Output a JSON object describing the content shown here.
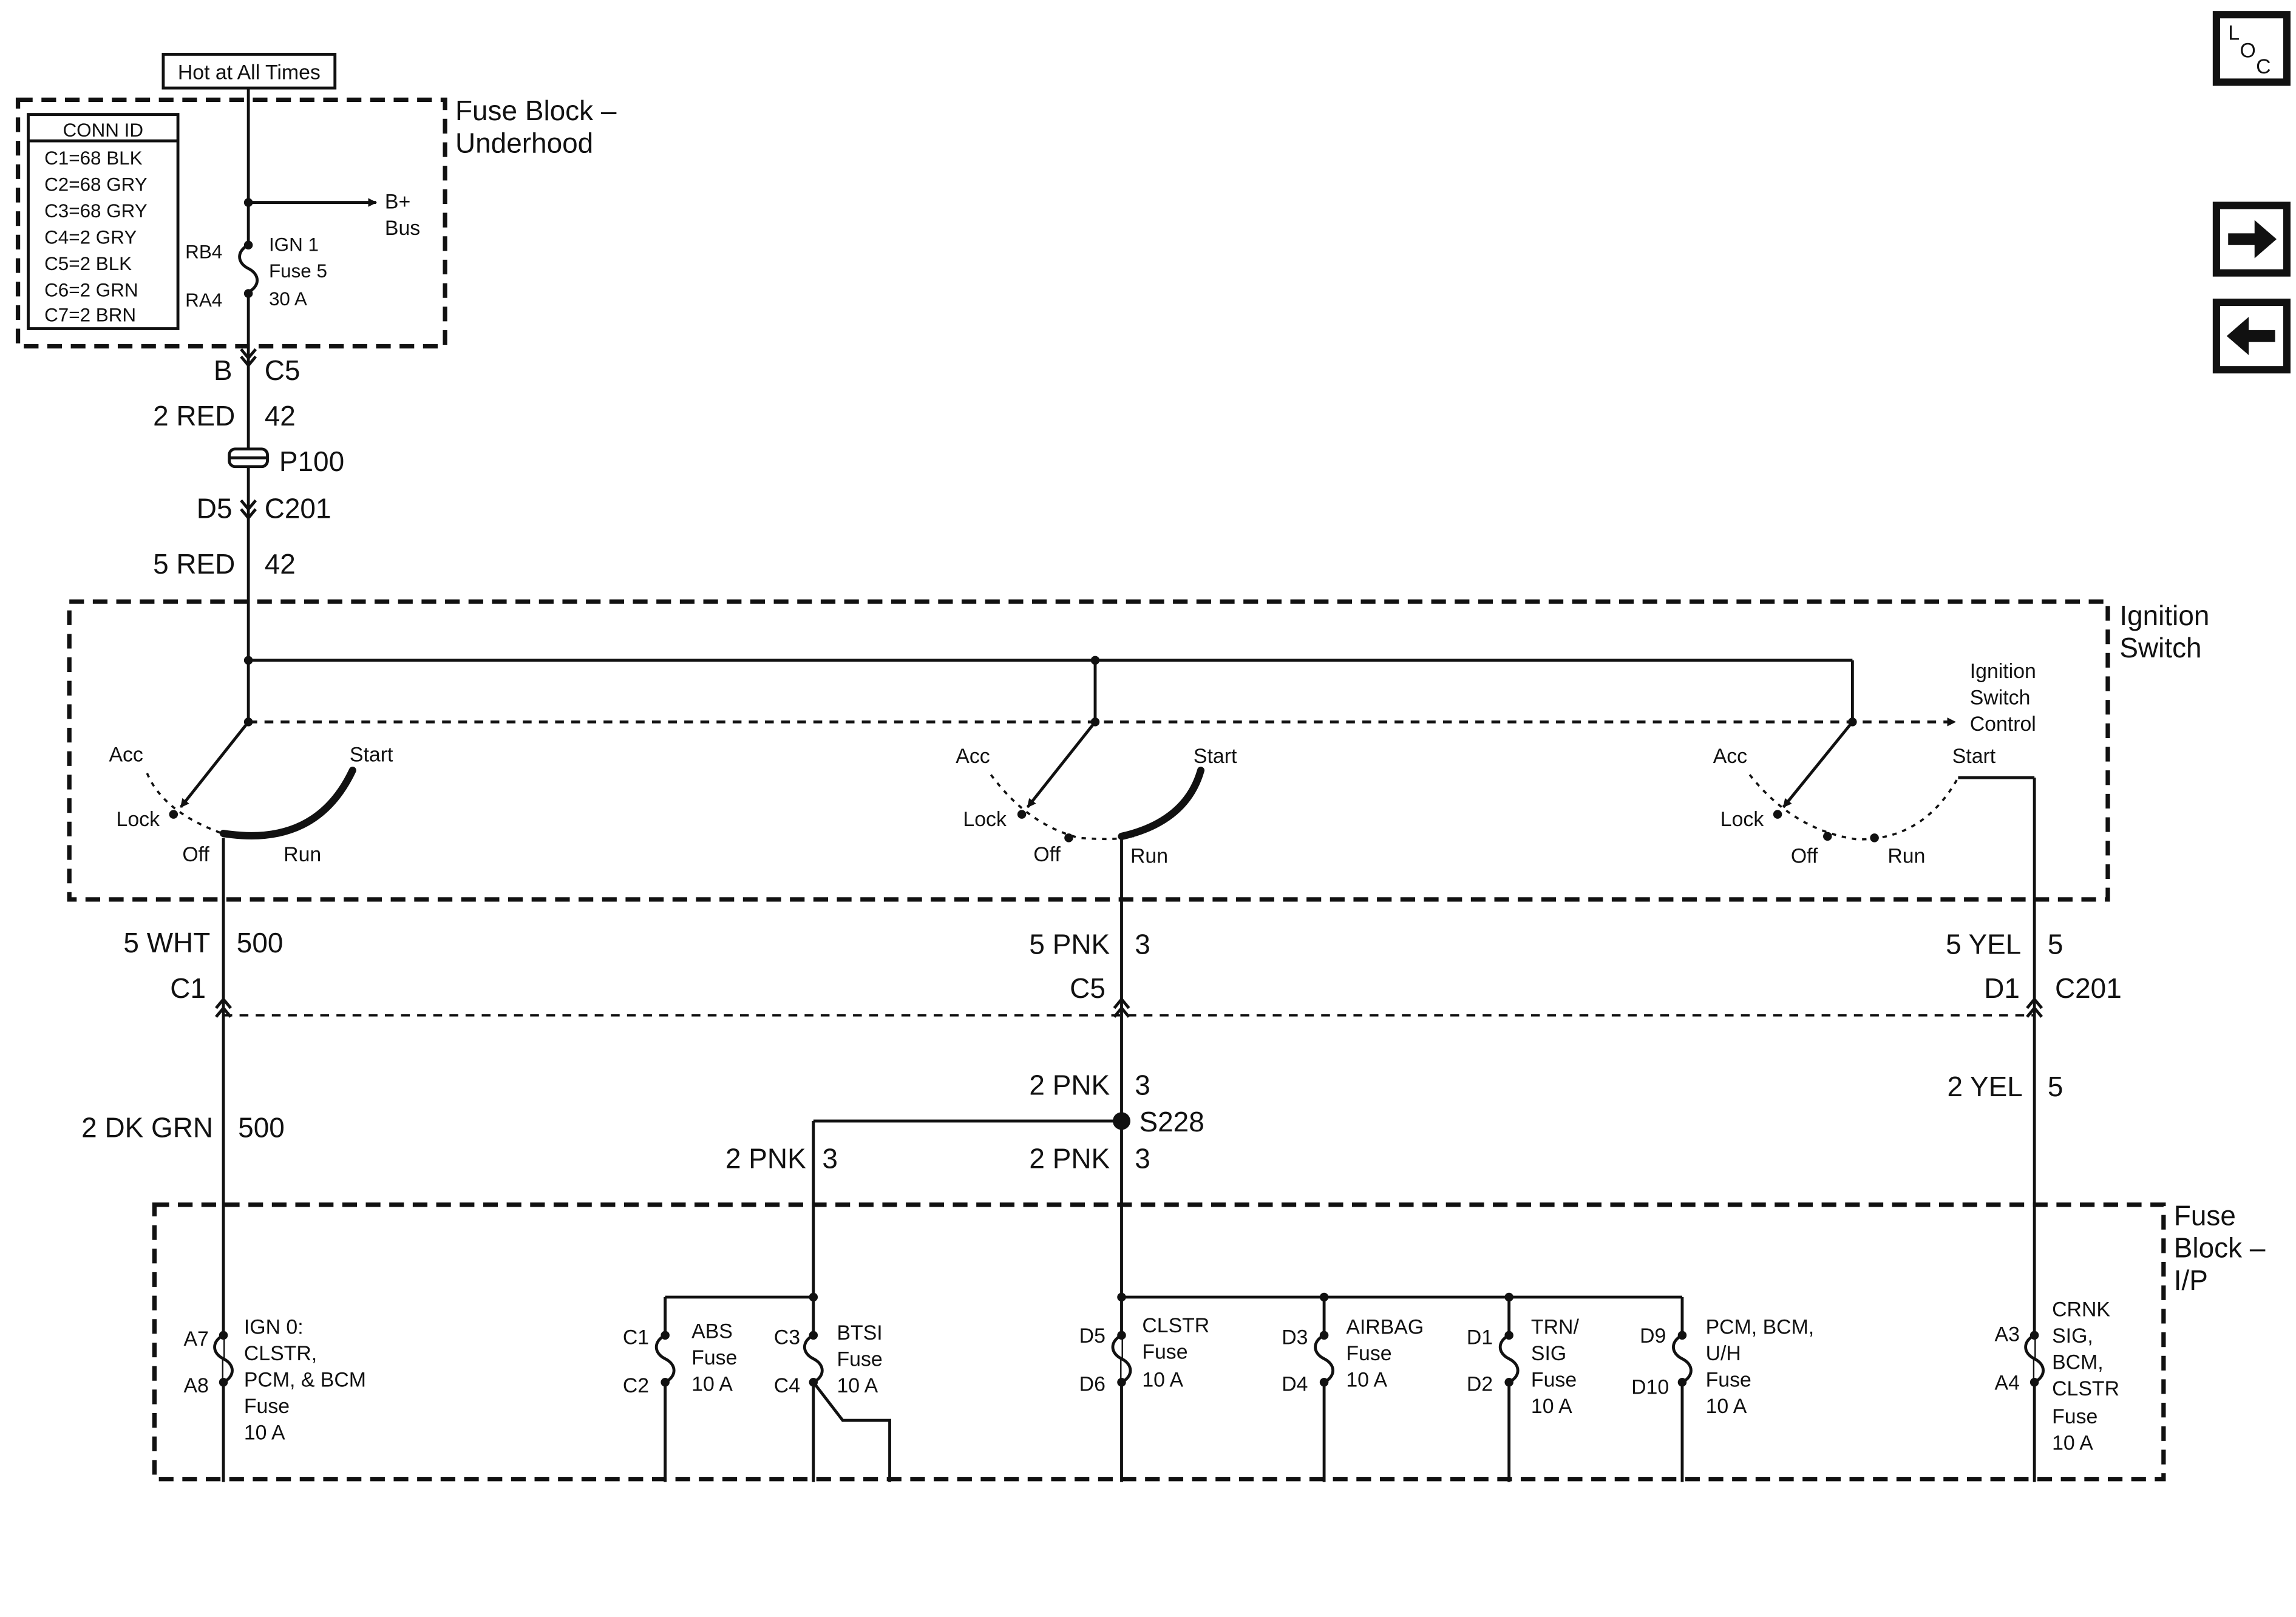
{
  "nav": {
    "loc": {
      "l": "L",
      "o": "O",
      "c": "C"
    }
  },
  "source": {
    "hot_label": "Hot at All Times",
    "bplus": {
      "line1": "B+",
      "line2": "Bus"
    }
  },
  "fuse_block_underhood": {
    "title": {
      "line1": "Fuse Block –",
      "line2": "Underhood"
    },
    "conn_id": {
      "header": "CONN ID",
      "rows": [
        "C1=68 BLK",
        "C2=68 GRY",
        "C3=68 GRY",
        "C4=2 GRY",
        "C5=2 BLK",
        "C6=2 GRN",
        "C7=2 BRN"
      ]
    },
    "fuse": {
      "top_pin": "RB4",
      "bottom_pin": "RA4",
      "lines": [
        "IGN 1",
        "Fuse 5",
        "30 A"
      ]
    }
  },
  "feed_circuit": {
    "conn_c5": {
      "pin": "B",
      "name": "C5"
    },
    "wire_1": {
      "color": "2 RED",
      "circuit": "42"
    },
    "splice_pack": "P100",
    "conn_c201": {
      "pin": "D5",
      "name": "C201"
    },
    "wire_2": {
      "color": "5 RED",
      "circuit": "42"
    }
  },
  "ignition_switch": {
    "title": {
      "line1": "Ignition",
      "line2": "Switch"
    },
    "control": {
      "line1": "Ignition",
      "line2": "Switch",
      "line3": "Control"
    },
    "positions": {
      "acc": "Acc",
      "lock": "Lock",
      "off": "Off",
      "run": "Run",
      "start": "Start"
    }
  },
  "outputs": {
    "left": {
      "upper": {
        "color": "5 WHT",
        "circuit": "500",
        "conn": "C1"
      },
      "lower": {
        "color": "2 DK GRN",
        "circuit": "500"
      }
    },
    "middle": {
      "upper": {
        "color": "5 PNK",
        "circuit": "3",
        "conn": "C5"
      },
      "lower": {
        "color": "2 PNK",
        "circuit": "3"
      },
      "splice": "S228",
      "branch_left": {
        "color": "2 PNK",
        "circuit": "3"
      },
      "branch_down": {
        "color": "2 PNK",
        "circuit": "3"
      }
    },
    "right": {
      "upper": {
        "color": "5 YEL",
        "circuit": "5",
        "conn": "D1",
        "conn_name": "C201"
      },
      "lower": {
        "color": "2 YEL",
        "circuit": "5"
      }
    }
  },
  "fuse_block_ip": {
    "title": {
      "line1": "Fuse",
      "line2": "Block –",
      "line3": "I/P"
    },
    "fuses": [
      {
        "top_pin": "A7",
        "bottom_pin": "A8",
        "lines": [
          "IGN 0:",
          "CLSTR,",
          "PCM, & BCM",
          "Fuse",
          "10 A"
        ]
      },
      {
        "top_pin": "C1",
        "bottom_pin": "C2",
        "lines": [
          "ABS",
          "Fuse",
          "10 A"
        ]
      },
      {
        "top_pin": "C3",
        "bottom_pin": "C4",
        "lines": [
          "BTSI",
          "Fuse",
          "10 A"
        ]
      },
      {
        "top_pin": "D5",
        "bottom_pin": "D6",
        "lines": [
          "CLSTR",
          "Fuse",
          "10 A"
        ]
      },
      {
        "top_pin": "D3",
        "bottom_pin": "D4",
        "lines": [
          "AIRBAG",
          "Fuse",
          "10 A"
        ]
      },
      {
        "top_pin": "D1",
        "bottom_pin": "D2",
        "lines": [
          "TRN/",
          "SIG",
          "Fuse",
          "10 A"
        ]
      },
      {
        "top_pin": "D9",
        "bottom_pin": "D10",
        "lines": [
          "PCM, BCM,",
          "U/H",
          "Fuse",
          "10 A"
        ]
      },
      {
        "top_pin": "A3",
        "bottom_pin": "A4",
        "lines": [
          "CRNK",
          "SIG,",
          "BCM,",
          "CLSTR",
          "Fuse",
          "10 A"
        ]
      }
    ]
  }
}
